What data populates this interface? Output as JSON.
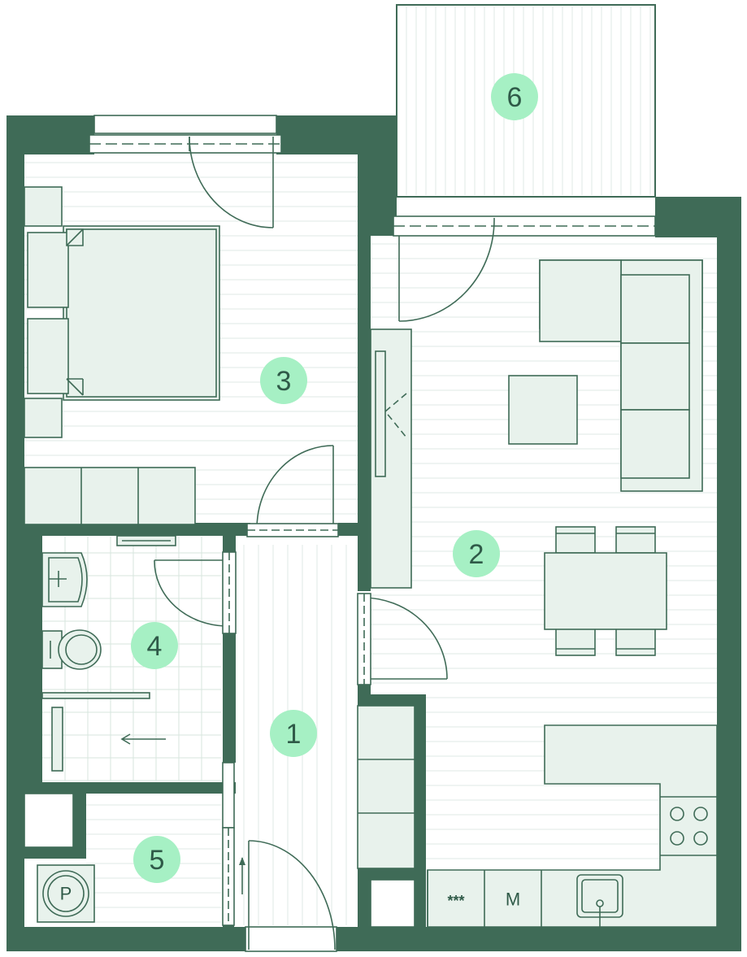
{
  "plan": {
    "wall_color": "#3f6b57",
    "furniture_color": "#e8f2ec",
    "badge_color": "#a6f0c4",
    "rooms": [
      {
        "id": "room-1",
        "label": "1"
      },
      {
        "id": "room-2",
        "label": "2"
      },
      {
        "id": "room-3",
        "label": "3"
      },
      {
        "id": "room-4",
        "label": "4"
      },
      {
        "id": "room-5",
        "label": "5"
      },
      {
        "id": "room-6",
        "label": "6"
      }
    ],
    "appliances": {
      "fridge_label": "***",
      "microwave_label": "M",
      "washer_label": "P"
    }
  }
}
